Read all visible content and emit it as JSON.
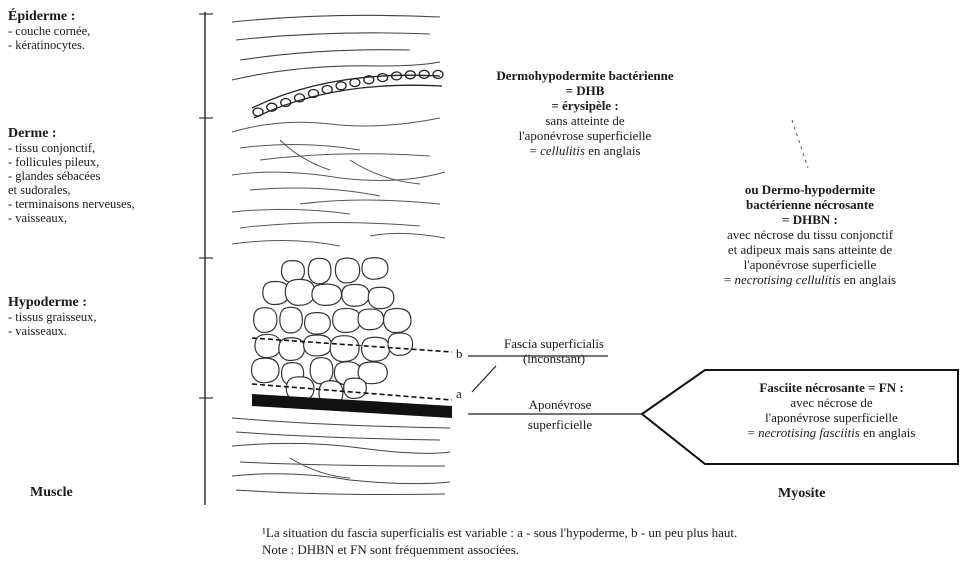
{
  "layers": {
    "epidermis": {
      "title": "Épiderme",
      "items": [
        "- couche cornée,",
        "- kératinocytes."
      ]
    },
    "dermis": {
      "title": "Derme",
      "items": [
        "- tissu conjonctif,",
        "- follicules pileux,",
        "- glandes sébacées",
        "et sudorales,",
        "- terminaisons nerveuses,",
        "- vaisseaux,"
      ]
    },
    "hypodermis": {
      "title": "Hypoderme",
      "items": [
        "- tissus graisseux,",
        "- vaisseaux."
      ]
    },
    "muscle": {
      "title": "Muscle"
    }
  },
  "colon": " :",
  "dhb": {
    "line1": "Dermohypodermite bactérienne",
    "line2": "= DHB",
    "line3": "= érysipèle :",
    "line4": "sans atteinte de",
    "line5": "l'aponévrose superficielle",
    "line6a": "= ",
    "line6b": "cellulitis",
    "line6c": " en anglais"
  },
  "dhbn": {
    "line1": "ou Dermo-hypodermite",
    "line2": "bactérienne nécrosante",
    "line3": "= DHBN :",
    "line4": "avec nécrose du tissu conjonctif",
    "line5": "et adipeux mais sans atteinte de",
    "line6": "l'aponévrose superficielle",
    "line7a": "= ",
    "line7b": "necrotising cellulitis",
    "line7c": " en anglais"
  },
  "fascia": {
    "marker_b": "b",
    "marker_a": "a",
    "name": "Fascia superficialis",
    "note": "(inconstant)"
  },
  "aponeurosis": {
    "line1": "Aponévrose",
    "line2": "superficielle"
  },
  "fn": {
    "line1": "Fasciite nécrosante = FN :",
    "line2": "avec nécrose de",
    "line3": "l'aponévrose superficielle",
    "line4a": "= ",
    "line4b": "necrotising fasciitis",
    "line4c": " en anglais"
  },
  "myositis": "Myosite",
  "footnote": {
    "line1": "¹La situation du fascia superficialis est variable : a - sous l'hypoderme, b - un peu plus haut.",
    "line2": "Note : DHBN et FN sont fréquemment associées."
  }
}
